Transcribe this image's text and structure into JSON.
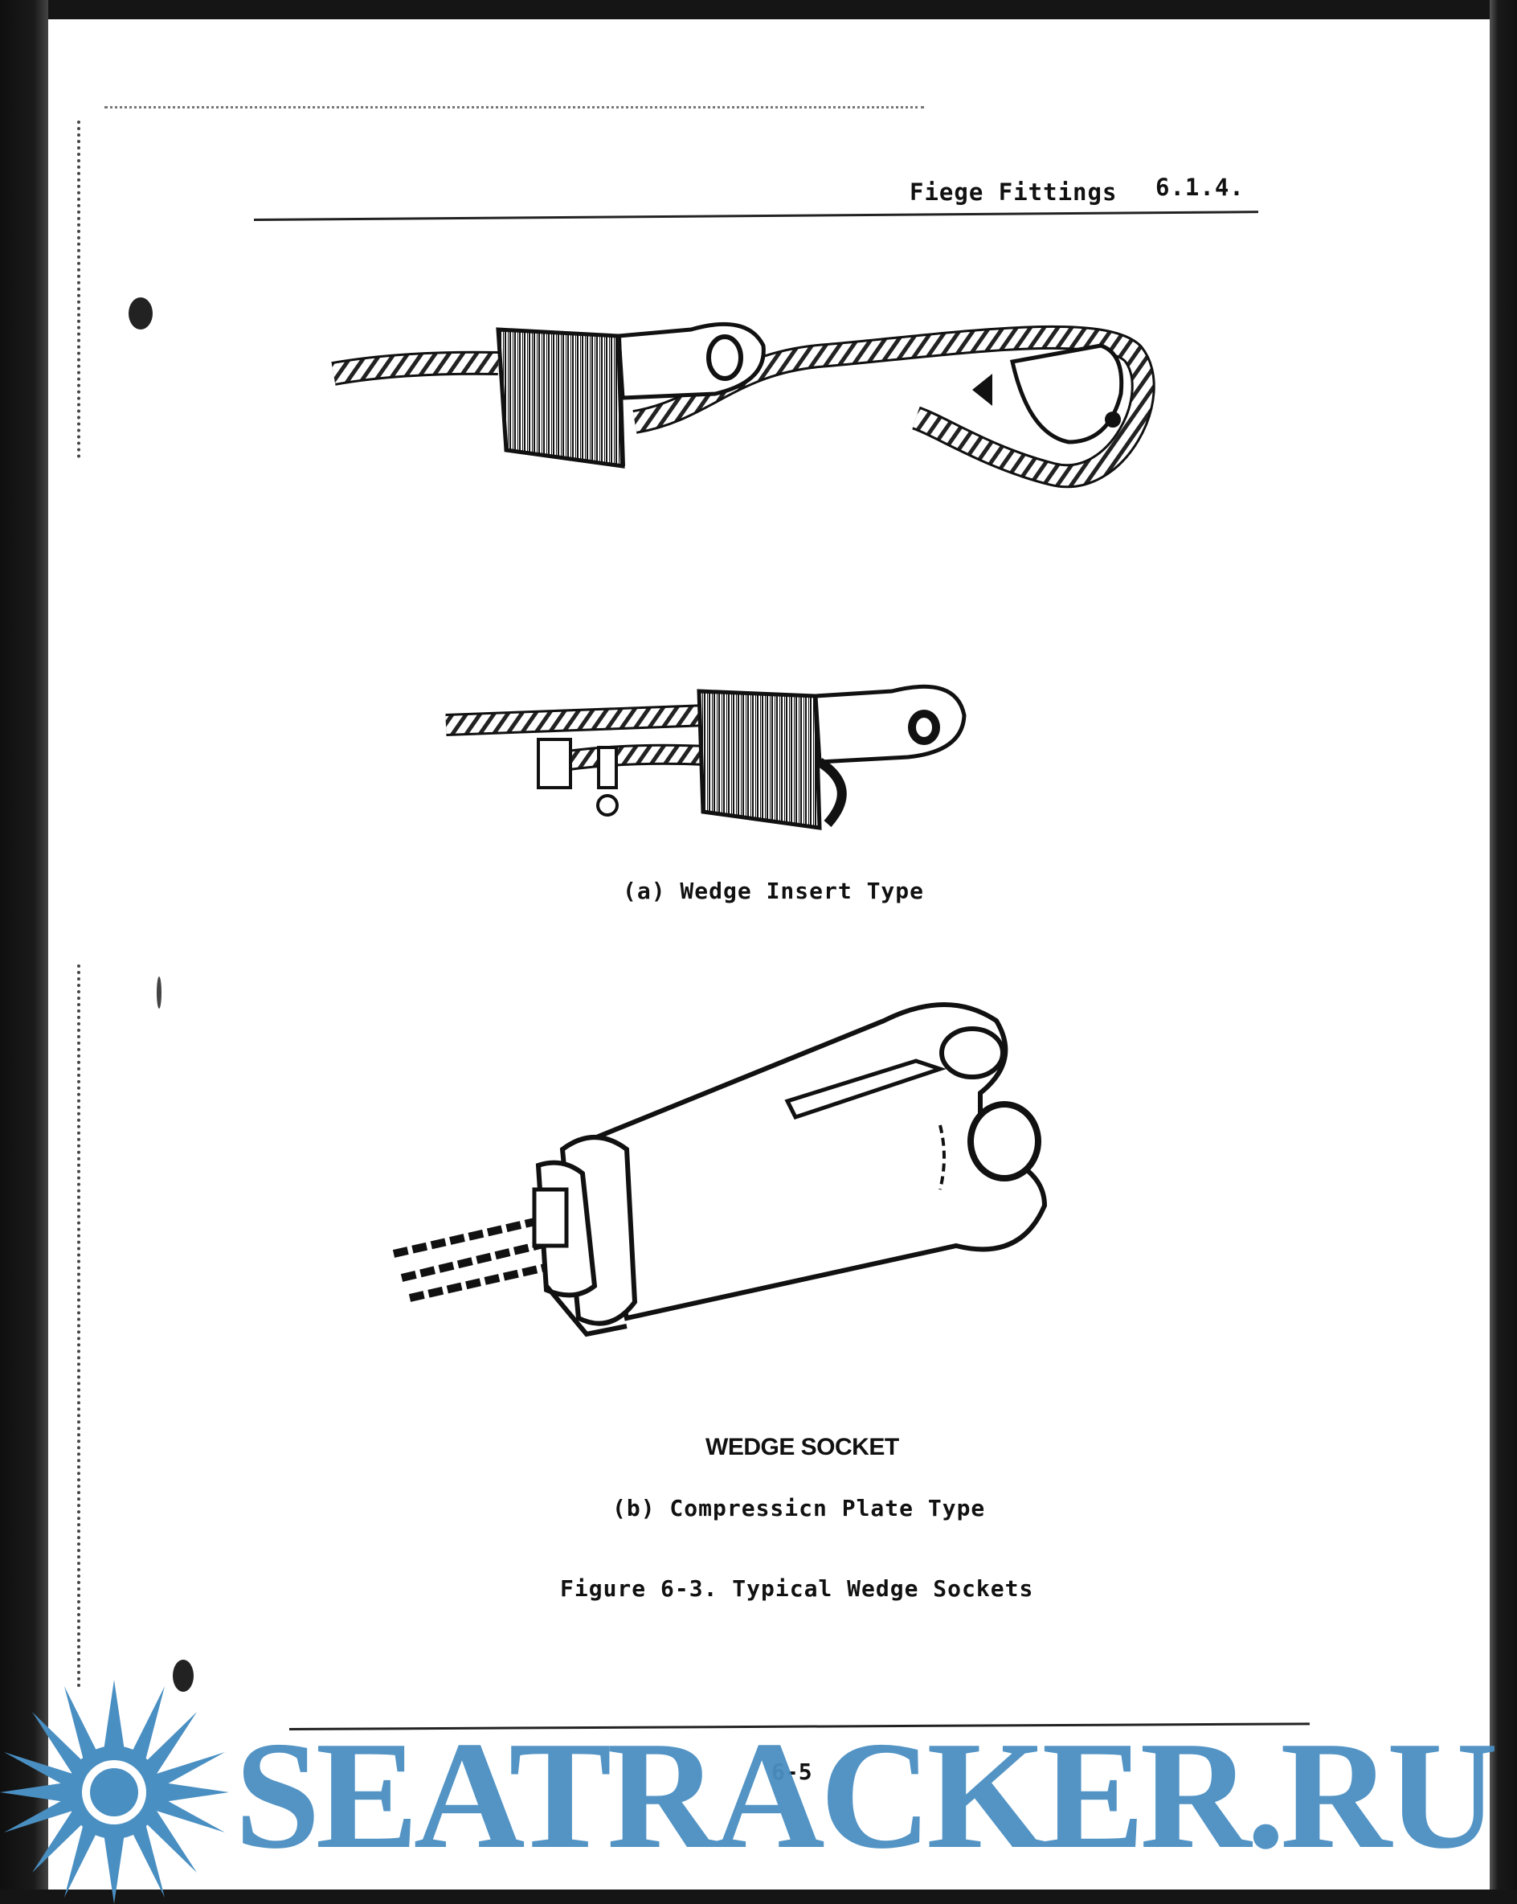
{
  "header": {
    "title": "Fiege Fittings",
    "section": "6.1.4."
  },
  "figures": {
    "wedge_insert": {
      "caption": "(a)  Wedge Insert Type"
    },
    "compression_plate": {
      "label": "WEDGE SOCKET",
      "caption": "(b)  Compressicn Plate Type"
    }
  },
  "figure_title": "Figure 6-3.  Typical Wedge Sockets",
  "footer": {
    "page_number": "6-5"
  },
  "watermark": {
    "text": "SEATRACKER.RU",
    "color": "#4a8fc2"
  }
}
